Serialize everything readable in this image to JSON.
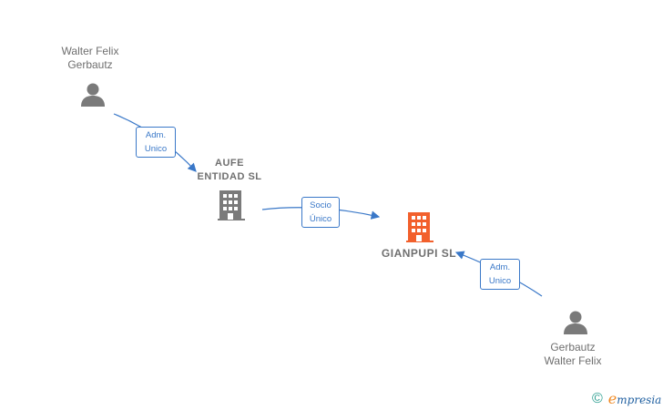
{
  "nodes": {
    "person1": {
      "line1": "Walter Felix",
      "line2": "Gerbautz"
    },
    "company1": {
      "line1": "AUFE",
      "line2": "ENTIDAD  SL"
    },
    "company2": {
      "line1": "GIANPUPI  SL"
    },
    "person2": {
      "line1": "Gerbautz",
      "line2": "Walter Felix"
    }
  },
  "edges": {
    "e1": {
      "line1": "Adm.",
      "line2": "Unico"
    },
    "e2": {
      "line1": "Socio",
      "line2": "Único"
    },
    "e3": {
      "line1": "Adm.",
      "line2": "Unico"
    }
  },
  "colors": {
    "edge": "#3a78c8",
    "person_icon": "#7a7a7a",
    "company_icon": "#7a7a7a",
    "focus_company_icon": "#f2602c"
  },
  "brand": {
    "copyright": "©",
    "e": "e",
    "rest": "mpresia"
  }
}
